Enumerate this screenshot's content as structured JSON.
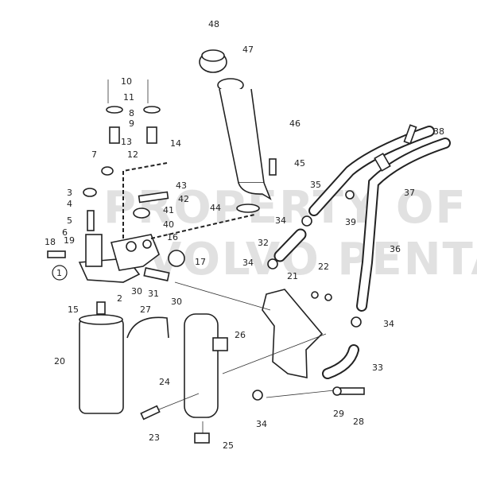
{
  "watermark": {
    "line1": "PROPERTY OF",
    "line2": "VOLVO PENTA"
  },
  "labels": {
    "l48": "48",
    "l47": "47",
    "l46": "46",
    "l10": "10",
    "l11": "11",
    "l8": "8",
    "l9": "9",
    "l13": "13",
    "l12": "12",
    "l14": "14",
    "l7": "7",
    "l45": "45",
    "l38": "38",
    "l3": "3",
    "l4": "4",
    "l5": "5",
    "l6": "6",
    "l43": "43",
    "l42": "42",
    "l41": "41",
    "l40": "40",
    "l44": "44",
    "l35": "35",
    "l37": "37",
    "l39": "39",
    "l34a": "34",
    "l18": "18",
    "l19": "19",
    "l16": "16",
    "l17": "17",
    "l32": "32",
    "l36": "36",
    "l34b": "34",
    "l1": "1",
    "l2": "2",
    "l30a": "30",
    "l31": "31",
    "l30b": "30",
    "l22": "22",
    "l21": "21",
    "l34c": "34",
    "l15": "15",
    "l27": "27",
    "l20": "20",
    "l26": "26",
    "l24": "24",
    "l33": "33",
    "l34d": "34",
    "l29": "29",
    "l28": "28",
    "l23": "23",
    "l25": "25"
  }
}
